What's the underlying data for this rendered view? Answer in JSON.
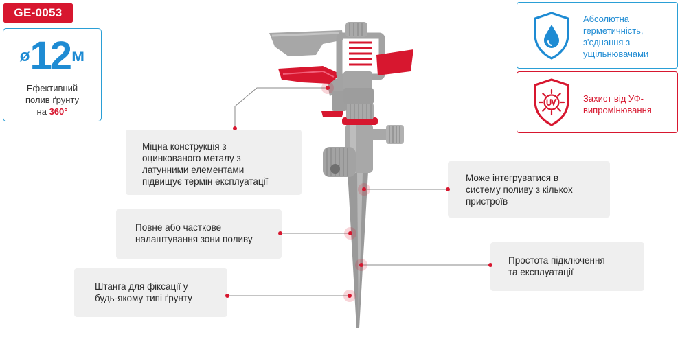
{
  "sku": "GE-0053",
  "range": {
    "diameter_symbol": "ø",
    "value": "12",
    "unit": "м",
    "description": [
      "Ефективний",
      "полив ґрунту",
      "на "
    ],
    "angle": "360°"
  },
  "features": [
    {
      "icon": "water-drop-shield-icon",
      "lines": [
        "Абсолютна",
        "герметичність,",
        "з'єднання з",
        "ущільнювачами"
      ],
      "color": "#1e8bd3"
    },
    {
      "icon": "uv-sun-shield-icon",
      "lines": [
        "Захист від УФ-",
        "випромінювання"
      ],
      "color": "#d7172f"
    }
  ],
  "callouts": [
    {
      "lines": [
        "Міцна конструкція з",
        "оцинкованого металу з",
        "латунними елементами",
        "підвищує термін експлуатації"
      ]
    },
    {
      "lines": [
        "Повне або часткове",
        "налаштування зони поливу"
      ]
    },
    {
      "lines": [
        "Штанга для фіксації у",
        "будь-якому типі ґрунту"
      ]
    },
    {
      "lines": [
        "Може інтегруватися в",
        "систему поливу з кількох",
        "пристроїв"
      ]
    },
    {
      "lines": [
        "Простота підключення",
        "та експлуатації"
      ]
    }
  ],
  "colors": {
    "accent_red": "#d7172f",
    "accent_blue": "#1e8bd3",
    "callout_bg": "#efefef",
    "product_gray": "#9a9a9a"
  }
}
